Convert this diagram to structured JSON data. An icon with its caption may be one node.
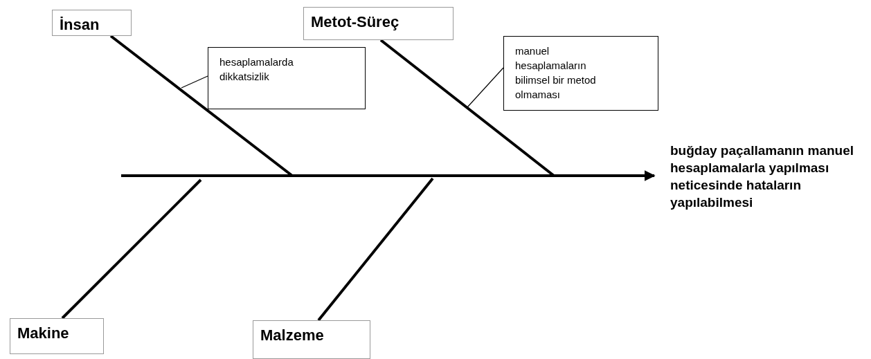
{
  "diagram": {
    "nodes": [
      {
        "text": [
          "İnsan"
        ]
      },
      {
        "text": [
          "Metot-Süreç"
        ]
      },
      {
        "text": [
          "Makine"
        ]
      },
      {
        "text": [
          "Malzeme"
        ]
      },
      {
        "text": [
          "hesaplamalarda dikkatsizlik"
        ]
      },
      {
        "text": [
          "manuel hesaplamaların bilimsel bir metod olmaması"
        ]
      },
      {
        "text": [
          "buğday paçallamanın manuel hesaplamalarla yapılması  neticesinde hataların yapılabilmesi"
        ]
      }
    ],
    "edges": [
      {
        "from": null,
        "to": 6,
        "arrow": "to"
      },
      {
        "from": 0,
        "to": null,
        "arrow": "none"
      },
      {
        "from": 1,
        "to": null,
        "arrow": "none"
      },
      {
        "from": 2,
        "to": null,
        "arrow": "none"
      },
      {
        "from": 3,
        "to": null,
        "arrow": "none"
      },
      {
        "from": 4,
        "to": null,
        "arrow": "none"
      },
      {
        "from": 5,
        "to": null,
        "arrow": "none"
      }
    ]
  }
}
